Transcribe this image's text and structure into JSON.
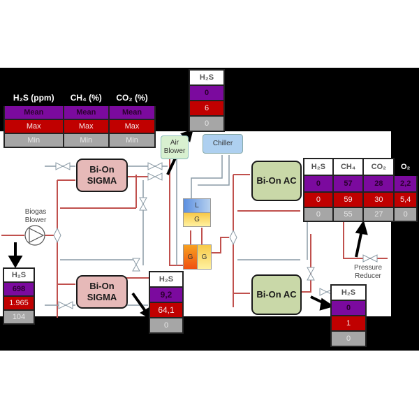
{
  "legend": {
    "headers": [
      "H₂S (ppm)",
      "CH₄ (%)",
      "CO₂ (%)"
    ],
    "rows": [
      {
        "kind": "mean",
        "cells": [
          "Mean",
          "Mean",
          "Mean"
        ]
      },
      {
        "kind": "max",
        "cells": [
          "Max",
          "Max",
          "Max"
        ]
      },
      {
        "kind": "min",
        "cells": [
          "Min",
          "Min",
          "Min"
        ]
      }
    ]
  },
  "units": {
    "sigma_top": "Bi-On SIGMA",
    "sigma_bottom": "Bi-On SIGMA",
    "ac_top": "Bi-On AC",
    "ac_bottom": "Bi-On AC",
    "air_blower": "Air Blower",
    "chiller": "Chiller",
    "vessel_upper": [
      "L",
      "G"
    ],
    "vessel_lower": [
      "G",
      "G"
    ]
  },
  "labels": {
    "biogas_blower": "Biogas Blower",
    "pressure_reducer": "Pressure Reducer"
  },
  "readouts": {
    "inlet": {
      "header": "H₂S",
      "mean": "698",
      "max": "1.965",
      "min": "104"
    },
    "after_sigma": {
      "header": "H₂S",
      "mean": "9,2",
      "max": "64,1",
      "min": "0"
    },
    "air_blower": {
      "header": "H₂S",
      "mean": "0",
      "max": "6",
      "min": "0"
    },
    "after_ac_bottom": {
      "header": "H₂S",
      "mean": "0",
      "max": "1",
      "min": "0"
    },
    "product": {
      "headers": [
        "H₂S",
        "CH₄",
        "CO₂",
        "O₂"
      ],
      "mean": [
        "0",
        "57",
        "28",
        "2,2"
      ],
      "max": [
        "0",
        "59",
        "30",
        "5,4"
      ],
      "min": [
        "0",
        "55",
        "27",
        "0"
      ]
    }
  },
  "colors": {
    "mean": "#7b0a9e",
    "max": "#c00000",
    "min": "#a6a6a6",
    "pipe_gas": "#c0504d",
    "sigma": "#e6b9b8",
    "ac": "#c9d8a8"
  }
}
